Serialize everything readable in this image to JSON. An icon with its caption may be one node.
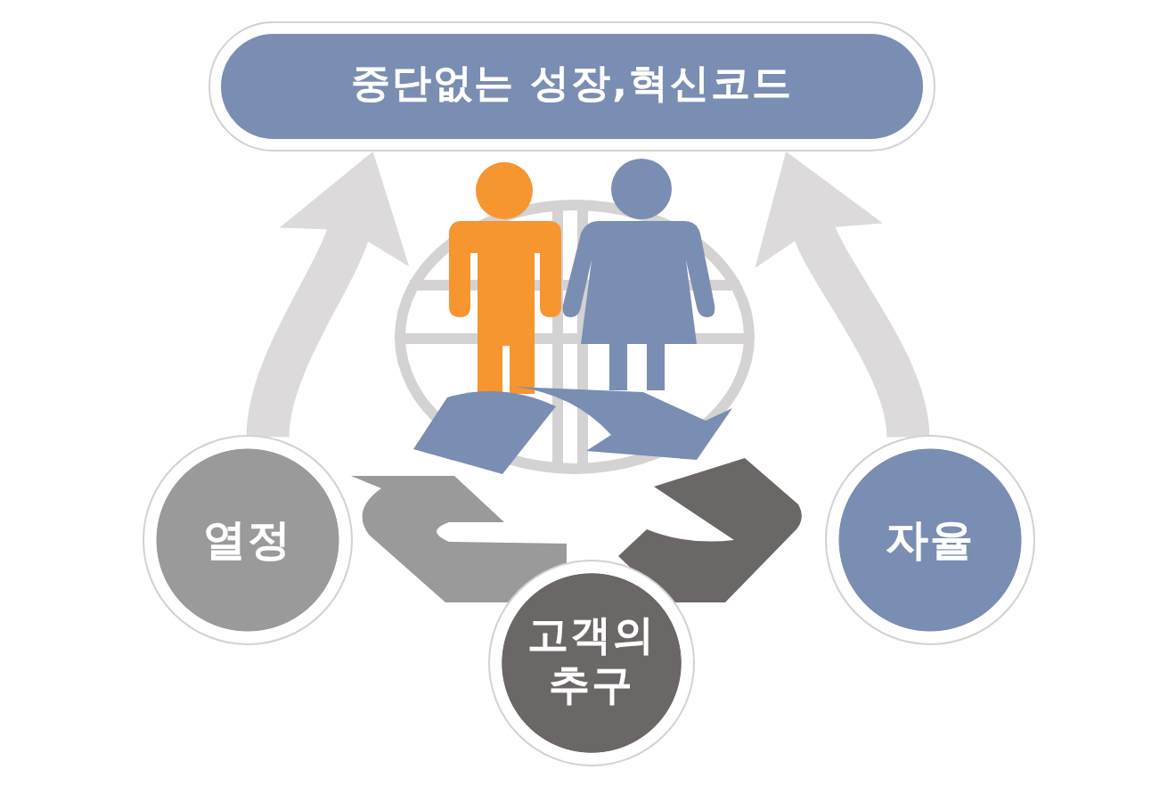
{
  "diagram": {
    "nodes": [
      {
        "text": [
          "중단없는 성장,혁신코드"
        ]
      },
      {
        "text": [
          "열정"
        ]
      },
      {
        "text": [
          "고객의 추구"
        ]
      },
      {
        "text": [
          "자율"
        ]
      }
    ],
    "edges": [
      {
        "from": 1,
        "to": 0,
        "arrow": "to"
      },
      {
        "from": 3,
        "to": 0,
        "arrow": "to"
      }
    ]
  }
}
